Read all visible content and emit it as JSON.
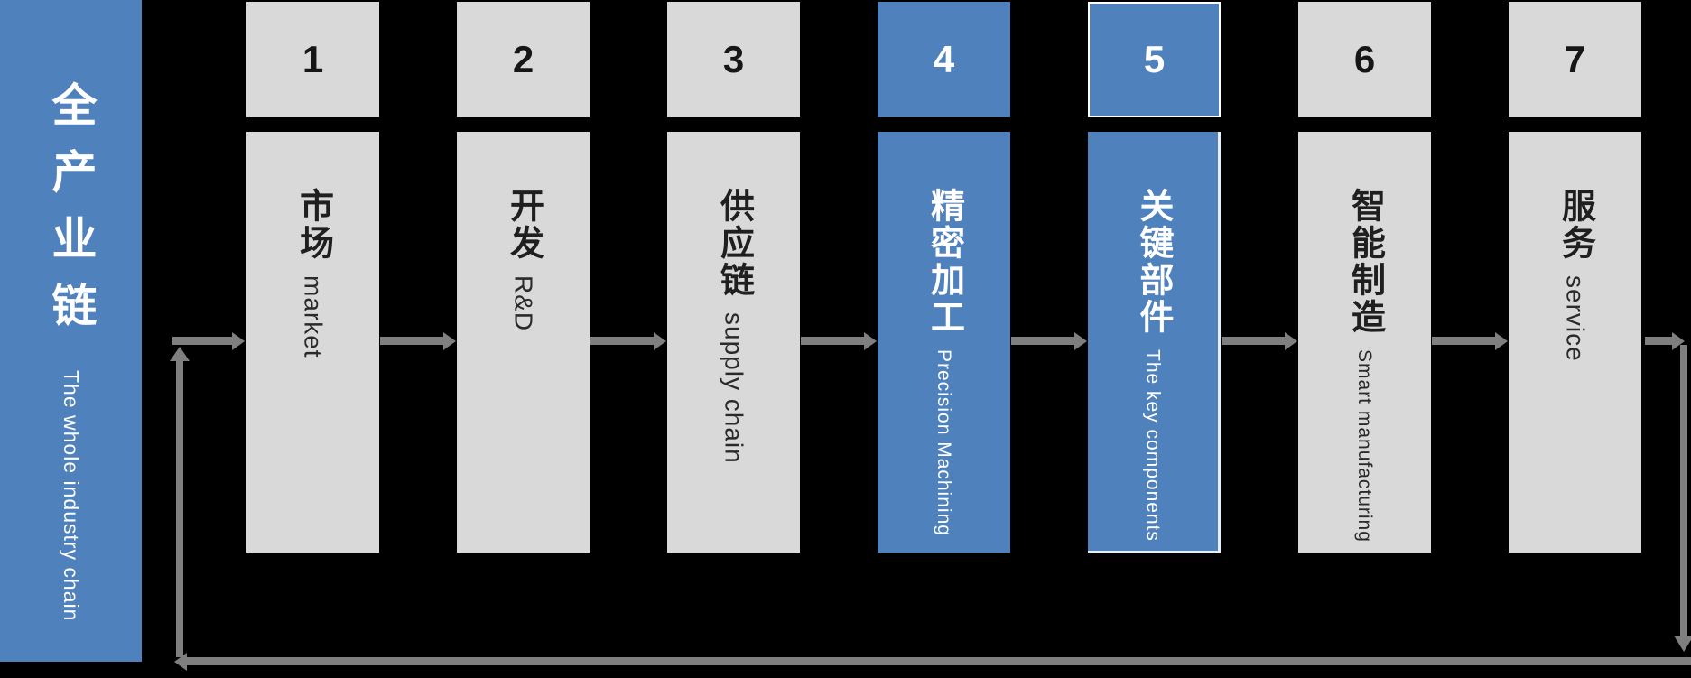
{
  "slide": {
    "sidebar": {
      "title_cn": "全产业链",
      "subtitle_en": "The whole industry chain"
    },
    "steps": [
      {
        "number": "1",
        "label_cn": "市场",
        "label_en": "market",
        "highlighted": false
      },
      {
        "number": "2",
        "label_cn": "开发",
        "label_en": "R&D",
        "highlighted": false
      },
      {
        "number": "3",
        "label_cn": "供应链",
        "label_en": "supply chain",
        "highlighted": false
      },
      {
        "number": "4",
        "label_cn": "精密加工",
        "label_en": "Precision Machining",
        "highlighted": true
      },
      {
        "number": "5",
        "label_cn": "关键部件",
        "label_en": "The key components",
        "highlighted": true
      },
      {
        "number": "6",
        "label_cn": "智能制造",
        "label_en": "Smart manufacturing",
        "highlighted": false
      },
      {
        "number": "7",
        "label_cn": "服务",
        "label_en": "service",
        "highlighted": false
      }
    ],
    "colors": {
      "background": "#000000",
      "accent_blue": "#4F81BD",
      "box_gray": "#D9D9D9",
      "arrow_gray": "#7F7F7F"
    }
  }
}
